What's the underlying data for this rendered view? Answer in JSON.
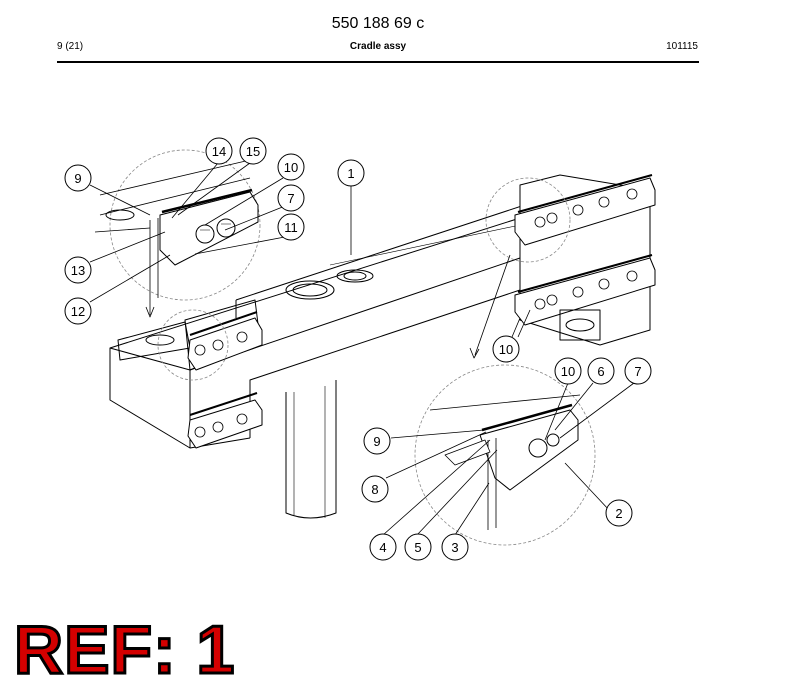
{
  "header": {
    "doc_number": "550 188 69 c",
    "page": "9 (21)",
    "title": "Cradle assy",
    "date_code": "101115"
  },
  "ref_label": "REF: 1",
  "accent_color": "#d40000",
  "callouts": [
    "1",
    "2",
    "3",
    "4",
    "5",
    "6",
    "7",
    "7",
    "8",
    "9",
    "9",
    "10",
    "10",
    "10",
    "11",
    "12",
    "13",
    "14",
    "15"
  ]
}
